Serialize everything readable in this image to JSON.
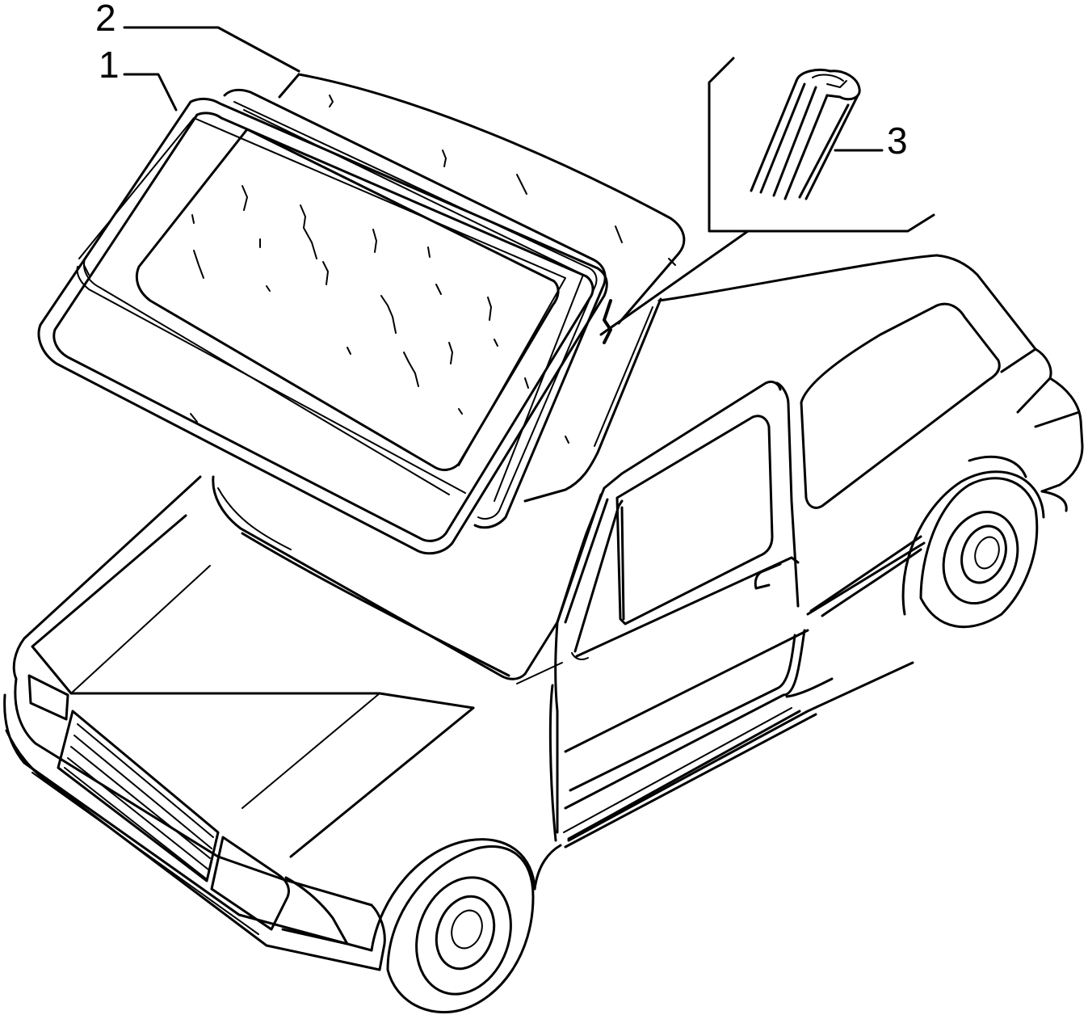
{
  "callouts": [
    {
      "id": "1",
      "label": "1",
      "part": "windscreen-glass"
    },
    {
      "id": "2",
      "label": "2",
      "part": "windscreen-seal"
    },
    {
      "id": "3",
      "label": "3",
      "part": "seal-profile-section"
    }
  ],
  "colors": {
    "line": "#000000",
    "background": "#ffffff"
  }
}
